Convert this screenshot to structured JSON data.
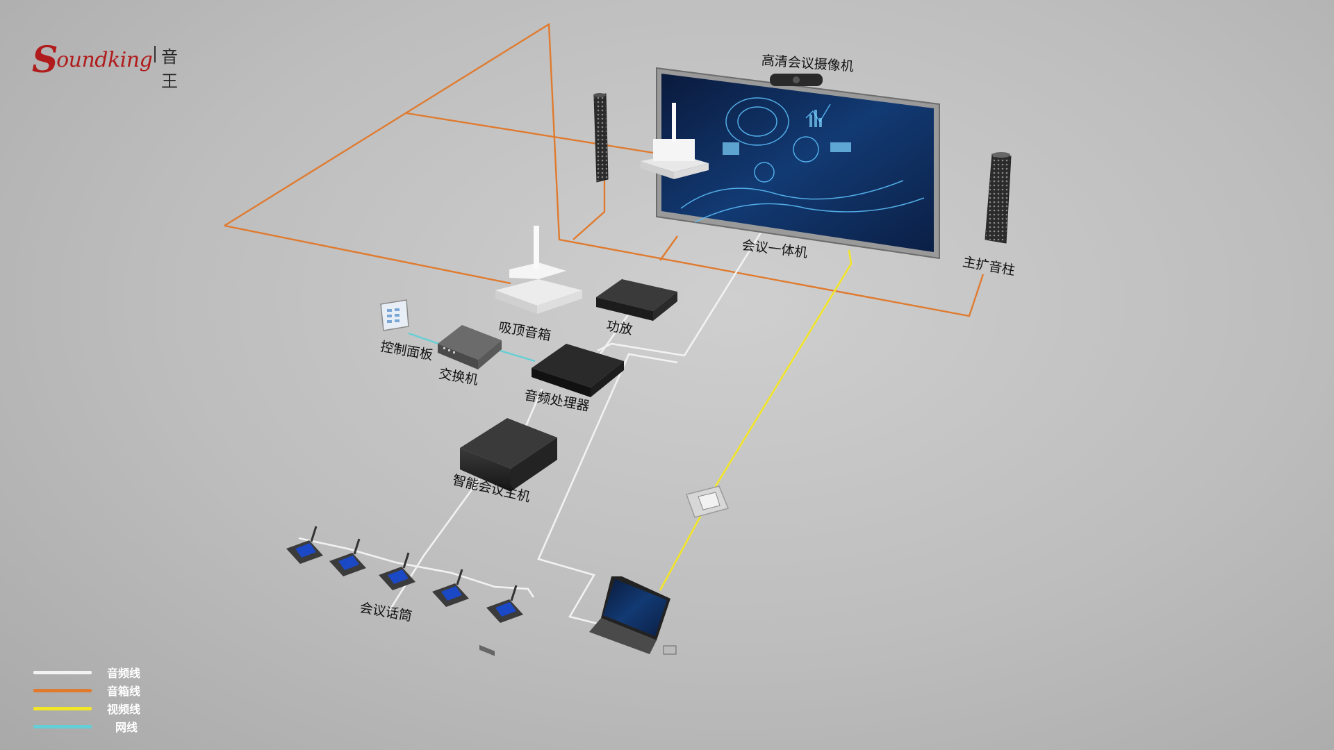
{
  "logo": {
    "brand_initial": "S",
    "brand_rest": "oundking",
    "brand_cn": "音王"
  },
  "labels": {
    "camera": "高清会议摄像机",
    "display": "会议一体机",
    "column_speaker": "主扩音柱",
    "ceiling_speaker": "吸顶音箱",
    "amplifier": "功放",
    "control_panel": "控制面板",
    "switch": "交换机",
    "audio_processor": "音频处理器",
    "conference_host": "智能会议主机",
    "microphones": "会议话筒"
  },
  "legend": [
    {
      "label": "音频线",
      "color": "#f2f2f2"
    },
    {
      "label": "音箱线",
      "color": "#e07a2e"
    },
    {
      "label": "视频线",
      "color": "#f3e628"
    },
    {
      "label": "网线",
      "color": "#64cfd6"
    }
  ],
  "colors": {
    "speaker_cable": "#e07a2e",
    "audio_cable": "#f2f2f2",
    "video_cable": "#f3e628",
    "network_cable": "#64cfd6",
    "brand": "#b01c1c"
  }
}
